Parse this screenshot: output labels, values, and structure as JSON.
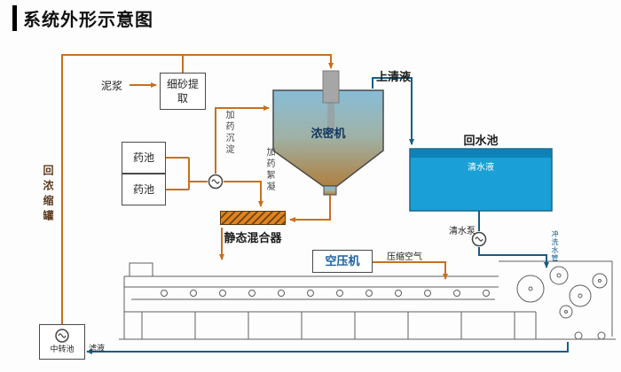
{
  "title": "系统外形示意图",
  "labels": {
    "mud": "泥浆",
    "sand_extraction": "细砂提取",
    "chemical_pool_a": "药池",
    "chemical_pool_b": "药池",
    "dosing_sedimentation": "加药沉淀",
    "dosing_flocculation": "加药絮凝",
    "thickener": "浓密机",
    "supernatant": "上清液",
    "return_water_pool": "回水池",
    "clear_water": "清水液",
    "clear_water_pump": "清水泵",
    "wash_water_pipe": "冲洗水管",
    "static_mixer": "静态混合器",
    "air_compressor": "空压机",
    "compressed_air": "压缩空气",
    "return_concentrate_tank": "回浓缩罐",
    "transfer_pool": "中转池",
    "filtrate": "滤液"
  },
  "colors": {
    "flow_line": "#c8701e",
    "water_line": "#175d86",
    "pool_fill": "#1aa0d6",
    "thickener_top": "#87bdd8",
    "thickener_bottom": "#b08040",
    "mixer_fill": "#e0831f",
    "title_color": "#111111"
  }
}
